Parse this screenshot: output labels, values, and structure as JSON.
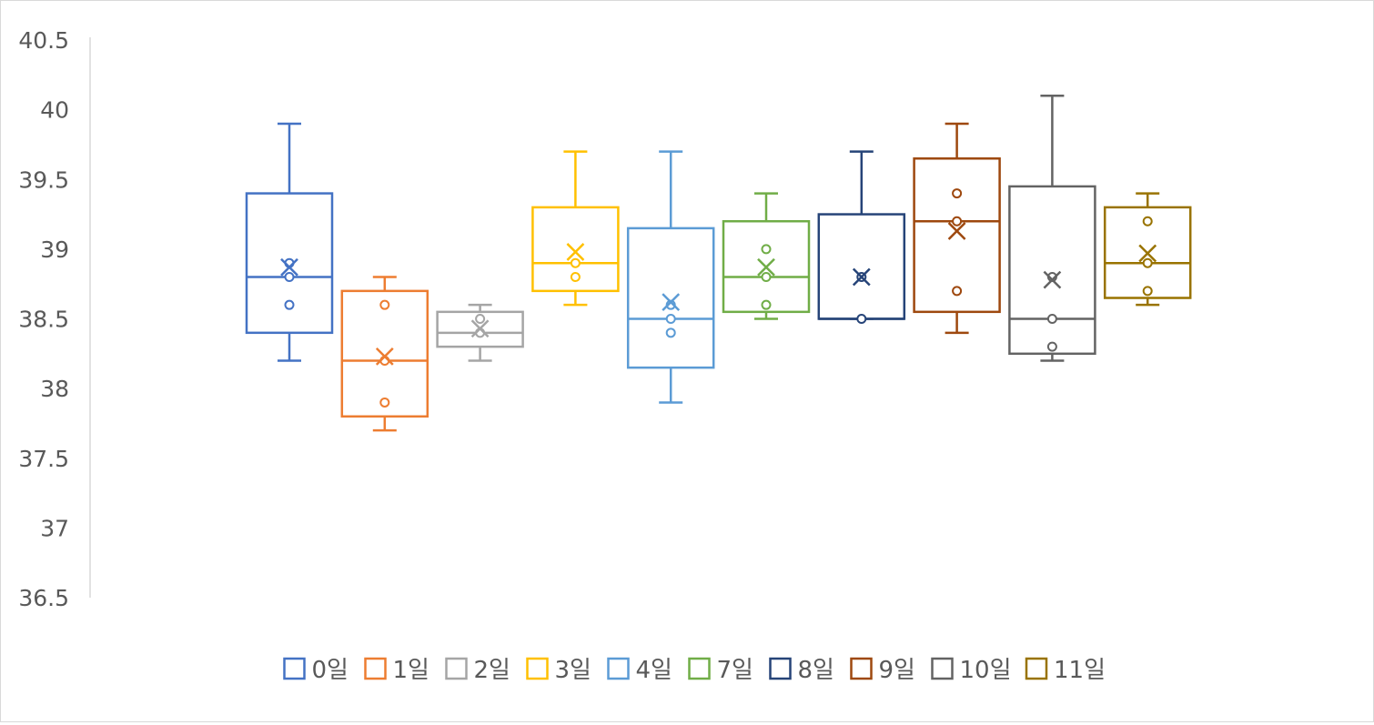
{
  "chart_data": {
    "type": "box",
    "title": "",
    "xlabel": "",
    "ylabel": "",
    "ylim": [
      36.5,
      40.5
    ],
    "yticks": [
      "36.5",
      "37",
      "37.5",
      "38",
      "38.5",
      "39",
      "39.5",
      "40",
      "40.5"
    ],
    "grid": false,
    "legend_position": "bottom",
    "series": [
      {
        "name": "0일",
        "color": "#4472C4",
        "min": 38.2,
        "q1": 38.4,
        "median": 38.8,
        "q3": 39.4,
        "max": 39.9,
        "mean": 38.87,
        "points": [
          38.6,
          38.8,
          38.9
        ]
      },
      {
        "name": "1일",
        "color": "#ED7D31",
        "min": 37.7,
        "q1": 37.8,
        "median": 38.2,
        "q3": 38.7,
        "max": 38.8,
        "mean": 38.23,
        "points": [
          37.9,
          38.2,
          38.6
        ]
      },
      {
        "name": "2일",
        "color": "#A5A5A5",
        "min": 38.2,
        "q1": 38.3,
        "median": 38.4,
        "q3": 38.55,
        "max": 38.6,
        "mean": 38.43,
        "points": [
          38.4,
          38.5
        ]
      },
      {
        "name": "3일",
        "color": "#FFC000",
        "min": 38.6,
        "q1": 38.7,
        "median": 38.9,
        "q3": 39.3,
        "max": 39.7,
        "mean": 38.98,
        "points": [
          38.8,
          38.9
        ]
      },
      {
        "name": "4일",
        "color": "#5B9BD5",
        "min": 37.9,
        "q1": 38.15,
        "median": 38.5,
        "q3": 39.15,
        "max": 39.7,
        "mean": 38.62,
        "points": [
          38.4,
          38.5,
          38.6
        ]
      },
      {
        "name": "7일",
        "color": "#70AD47",
        "min": 38.5,
        "q1": 38.55,
        "median": 38.8,
        "q3": 39.2,
        "max": 39.4,
        "mean": 38.87,
        "points": [
          38.6,
          38.8,
          39.0
        ]
      },
      {
        "name": "8일",
        "color": "#264478",
        "min": 38.5,
        "q1": 38.5,
        "median": 38.5,
        "q3": 39.25,
        "max": 39.7,
        "mean": 38.8,
        "points": [
          38.5,
          38.8
        ]
      },
      {
        "name": "9일",
        "color": "#9E480E",
        "min": 38.4,
        "q1": 38.55,
        "median": 39.2,
        "q3": 39.65,
        "max": 39.9,
        "mean": 39.13,
        "points": [
          38.7,
          39.2,
          39.4
        ]
      },
      {
        "name": "10일",
        "color": "#636363",
        "min": 38.2,
        "q1": 38.25,
        "median": 38.5,
        "q3": 39.45,
        "max": 40.1,
        "mean": 38.78,
        "points": [
          38.3,
          38.5,
          38.8
        ]
      },
      {
        "name": "11일",
        "color": "#997300",
        "min": 38.6,
        "q1": 38.65,
        "median": 38.9,
        "q3": 39.3,
        "max": 39.4,
        "mean": 38.97,
        "points": [
          38.7,
          38.9,
          39.2
        ]
      }
    ]
  }
}
